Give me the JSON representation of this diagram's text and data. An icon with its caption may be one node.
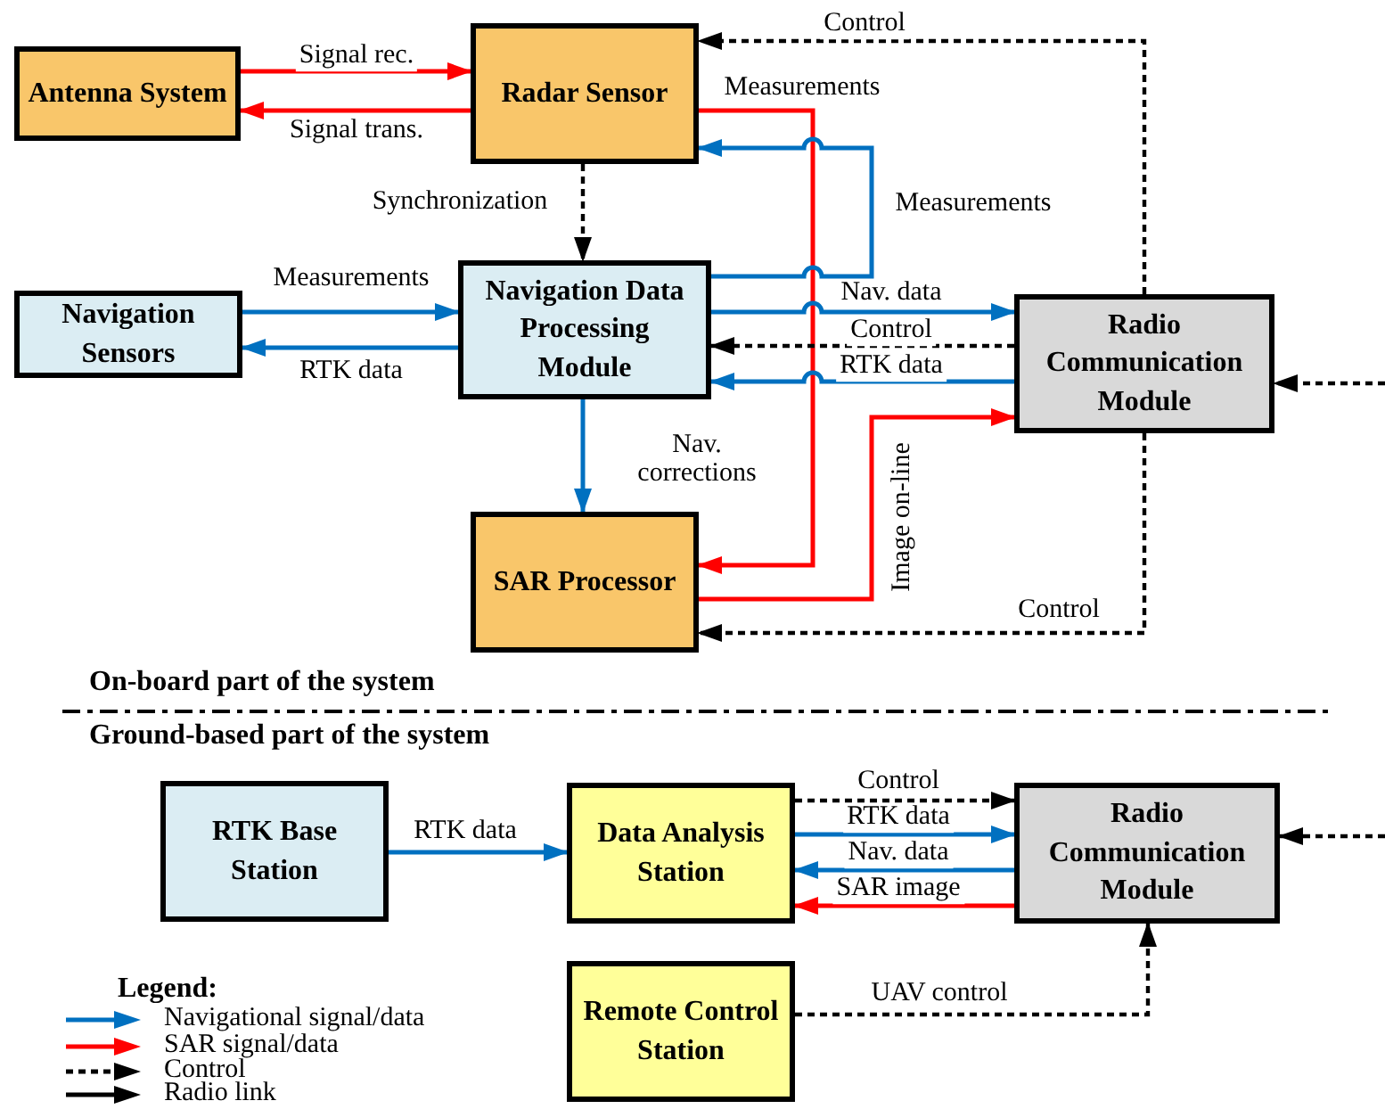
{
  "diagram": {
    "nodes": [
      {
        "text": [
          "Antenna System"
        ]
      },
      {
        "text": [
          "Radar Sensor"
        ]
      },
      {
        "text": [
          "Navigation Sensors"
        ]
      },
      {
        "text": [
          "Navigation Data Processing Module"
        ]
      },
      {
        "text": [
          "Radio Communication Module"
        ]
      },
      {
        "text": [
          "SAR Processor"
        ]
      },
      {
        "text": [
          "RTK Base Station"
        ]
      },
      {
        "text": [
          "Data Analysis Station"
        ]
      },
      {
        "text": [
          "Radio Communication Module"
        ]
      },
      {
        "text": [
          "Remote Control Station"
        ]
      }
    ],
    "edges": [
      {
        "from": 0,
        "to": 1,
        "arrow": "to",
        "label": "Signal rec.",
        "color": "#ff0000"
      },
      {
        "from": 1,
        "to": 0,
        "arrow": "to",
        "label": "Signal trans.",
        "color": "#ff0000"
      },
      {
        "from": 1,
        "to": 3,
        "arrow": "to",
        "label": "Synchronization",
        "style": "dashed",
        "color": "#000000"
      },
      {
        "from": 4,
        "to": 1,
        "arrow": "to",
        "label": "Control",
        "style": "dashed",
        "color": "#000000"
      },
      {
        "from": 1,
        "to": 5,
        "arrow": "to",
        "label": "Measurements",
        "color": "#ff0000"
      },
      {
        "from": 3,
        "to": 1,
        "arrow": "to",
        "label": "Measurements"
      },
      {
        "from": 3,
        "to": 4,
        "arrow": "to",
        "label": "Nav. data"
      },
      {
        "from": 4,
        "to": 3,
        "arrow": "to",
        "label": "Control",
        "style": "dashed",
        "color": "#000000"
      },
      {
        "from": 4,
        "to": 3,
        "arrow": "to",
        "label": "RTK data"
      },
      {
        "from": 2,
        "to": 3,
        "arrow": "to",
        "label": "Measurements"
      },
      {
        "from": 3,
        "to": 2,
        "arrow": "to",
        "label": "RTK data"
      },
      {
        "from": 3,
        "to": 5,
        "arrow": "to",
        "label": "Nav. corrections"
      },
      {
        "from": 5,
        "to": 4,
        "arrow": "to",
        "label": "Image on-line",
        "color": "#ff0000"
      },
      {
        "from": 4,
        "to": 5,
        "arrow": "to",
        "label": "Control",
        "style": "dashed",
        "color": "#000000"
      },
      {
        "from": 6,
        "to": 7,
        "arrow": "to",
        "label": "RTK data"
      },
      {
        "from": 7,
        "to": 8,
        "arrow": "to",
        "label": "Control",
        "style": "dashed",
        "color": "#000000"
      },
      {
        "from": 7,
        "to": 8,
        "arrow": "to",
        "label": "RTK data"
      },
      {
        "from": 8,
        "to": 7,
        "arrow": "to",
        "label": "Nav. data"
      },
      {
        "from": 8,
        "to": 7,
        "arrow": "to",
        "label": "SAR image",
        "color": "#ff0000"
      },
      {
        "from": 9,
        "to": 8,
        "arrow": "to",
        "label": "UAV control",
        "style": "dashed",
        "color": "#000000"
      },
      {
        "from": null,
        "to": 4,
        "arrow": "to",
        "style": "dashed",
        "color": "#000000"
      },
      {
        "from": null,
        "to": 8,
        "arrow": "to",
        "style": "dashed",
        "color": "#000000"
      }
    ],
    "labels": [
      "On-board part of the system",
      "Ground-based part of the system",
      "Legend:"
    ],
    "legend": [
      {
        "text": "Navigational signal/data"
      },
      {
        "text": "SAR signal/data"
      },
      {
        "text": "Control"
      },
      {
        "text": "Radio link"
      }
    ]
  }
}
